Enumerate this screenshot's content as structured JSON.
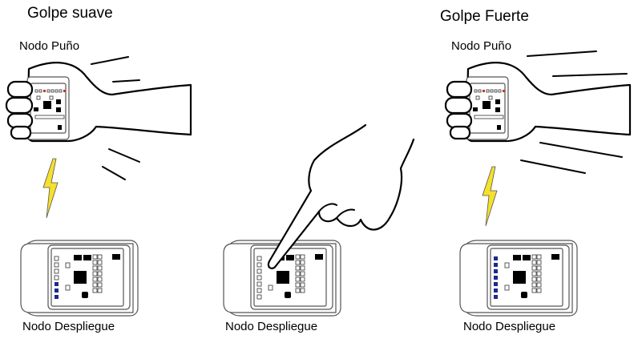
{
  "panels": {
    "soft": {
      "title": "Golpe suave",
      "top_label": "Nodo Puño",
      "bottom_label": "Nodo Despliegue"
    },
    "middle": {
      "bottom_label": "Nodo Despliegue"
    },
    "strong": {
      "title": "Golpe Fuerte",
      "top_label": "Nodo Puño",
      "bottom_label": "Nodo Despliegue"
    }
  },
  "colors": {
    "lightning": "#f5e02c",
    "led_blue": "#1c2a8c",
    "led_red": "#c0392b"
  },
  "icons": [
    "fist-icon",
    "lightning-icon",
    "pointing-hand-icon",
    "display-device-icon"
  ]
}
